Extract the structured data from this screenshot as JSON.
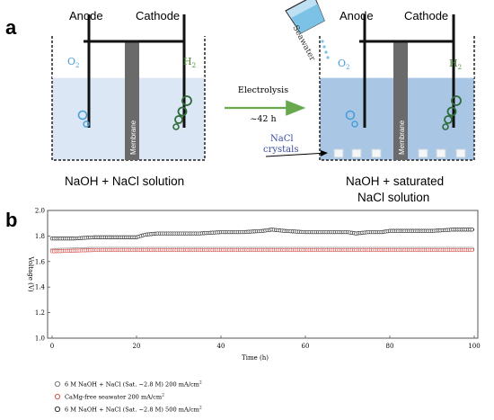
{
  "panel_a": {
    "label": "a",
    "left_cell": {
      "anode_label": "Anode",
      "cathode_label": "Cathode",
      "o2_label": "O",
      "o2_sub": "2",
      "h2_label": "H",
      "h2_sub": "2",
      "membrane_label": "Membrane",
      "solution_label": "NaOH + NaCl solution"
    },
    "arrow": {
      "line1": "Electrolysis",
      "line2": "~42 h"
    },
    "right_cell": {
      "anode_label": "Anode",
      "cathode_label": "Cathode",
      "o2_label": "O",
      "o2_sub": "2",
      "h2_label": "H",
      "h2_sub": "2",
      "membrane_label": "Membrane",
      "seawater_label": "Seawater",
      "nacl_line1": "NaCl",
      "nacl_line2": "crystals",
      "solution_line1": "NaOH + saturated",
      "solution_line2": "NaCl solution"
    },
    "colors": {
      "light_solution": "#dbe7f5",
      "saturated_solution": "#a9c6e4",
      "membrane": "#6a6a6a",
      "o2_bubble": "#4a9ed8",
      "h2_bubble": "#2f6b3a",
      "arrow": "#6aa84f",
      "gas_o2_text": "#4a9ed8",
      "gas_h2_text": "#4f8a3a"
    }
  },
  "panel_b": {
    "label": "b",
    "legend": [
      {
        "text": "6 M NaOH + NaCl (Sat. ~2.8 M) 200 mA/cm",
        "sup": "2",
        "color": "#7a7a7a"
      },
      {
        "text": "CaMg-free seawater 200 mA/cm",
        "sup": "2",
        "color": "#d9534f"
      },
      {
        "text": "6 M NaOH + NaCl (Sat. ~2.8 M) 500 mA/cm",
        "sup": "2",
        "color": "#333333"
      }
    ]
  },
  "chart_data": {
    "type": "line",
    "xlabel": "Time (h)",
    "ylabel": "Voltage (V)",
    "xlim": [
      0,
      100
    ],
    "ylim": [
      1.0,
      2.0
    ],
    "xticks": [
      0,
      20,
      40,
      60,
      80,
      100
    ],
    "yticks": [
      1.0,
      1.2,
      1.4,
      1.6,
      1.8,
      2.0
    ],
    "series": [
      {
        "name": "6 M NaOH + NaCl (Sat. ~2.8 M) 200 mA/cm²",
        "color": "#9a9a9a",
        "x": [
          0,
          10,
          20,
          30,
          40,
          50,
          60,
          70,
          80,
          90,
          100
        ],
        "y": [
          1.69,
          1.7,
          1.7,
          1.7,
          1.7,
          1.7,
          1.7,
          1.7,
          1.7,
          1.7,
          1.7
        ]
      },
      {
        "name": "CaMg-free seawater 200 mA/cm²",
        "color": "#d9534f",
        "x": [
          0,
          10,
          20,
          30,
          40,
          50,
          60,
          70,
          80,
          90,
          100
        ],
        "y": [
          1.68,
          1.69,
          1.69,
          1.69,
          1.69,
          1.69,
          1.69,
          1.69,
          1.69,
          1.69,
          1.69
        ]
      },
      {
        "name": "6 M NaOH + NaCl (Sat. ~2.8 M) 500 mA/cm²",
        "color": "#333333",
        "x": [
          0,
          5,
          10,
          15,
          20,
          22,
          25,
          30,
          35,
          40,
          45,
          50,
          52,
          55,
          60,
          65,
          70,
          72,
          75,
          78,
          80,
          85,
          90,
          95,
          100
        ],
        "y": [
          1.78,
          1.78,
          1.79,
          1.79,
          1.79,
          1.81,
          1.82,
          1.82,
          1.82,
          1.83,
          1.83,
          1.84,
          1.85,
          1.84,
          1.83,
          1.83,
          1.83,
          1.82,
          1.83,
          1.83,
          1.84,
          1.84,
          1.84,
          1.85,
          1.85
        ]
      }
    ]
  }
}
